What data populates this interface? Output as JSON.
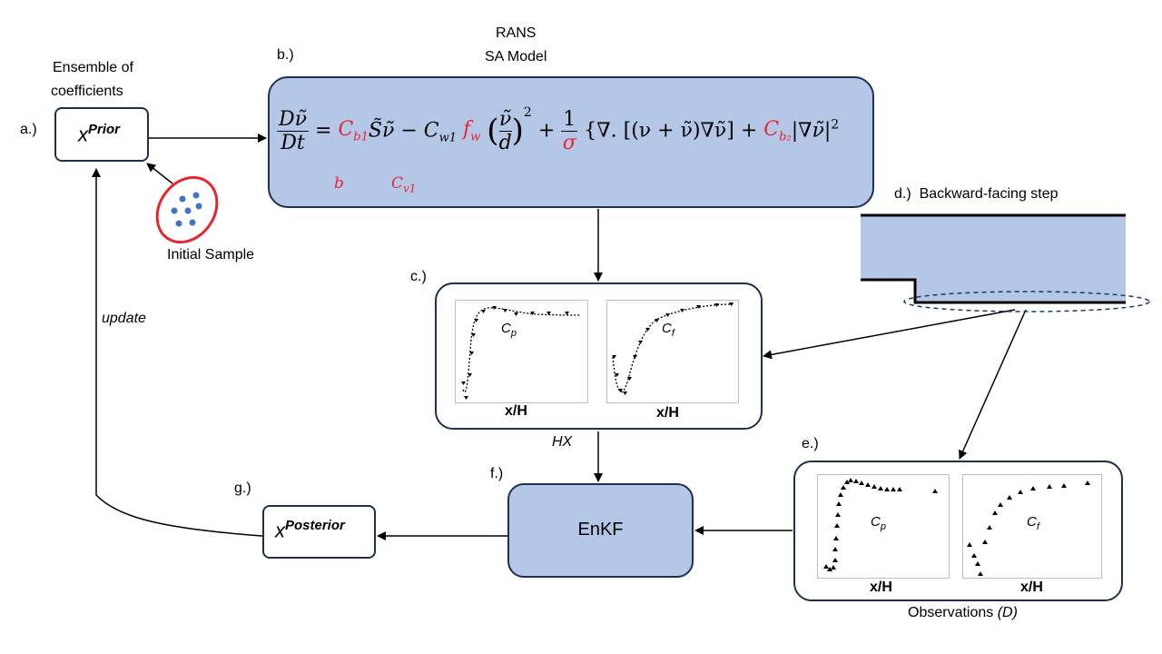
{
  "labels": {
    "a": "a.)",
    "b": "b.)",
    "c": "c.)",
    "d": "d.)",
    "e": "e.)",
    "f": "f.)",
    "g": "g.)"
  },
  "ensemble_title_line1": "Ensemble of",
  "ensemble_title_line2": "coefficients",
  "prior": {
    "base": "x",
    "sup": "Prior"
  },
  "posterior": {
    "base": "x",
    "sup": "Posterior"
  },
  "initial_sample": "Initial Sample",
  "update": "update",
  "rans_title_line1": "RANS",
  "rans_title_line2": "SA Model",
  "equation": {
    "lhs_num": "Dν̃",
    "lhs_den": "Dt",
    "cb1": "C",
    "cb1_sub": "b1",
    "term1": "S̃ν̃ − C",
    "cw1_sub": "w1",
    "fw": "f",
    "fw_sub": "w",
    "frac_num": "ν̃",
    "frac_den": "d",
    "sq": "2",
    "one": "1",
    "sigma": "σ",
    "diffusion": "{∇. [(ν + ν̃)∇ν̃] +",
    "cb2": "C",
    "cb2_sub": "b₂",
    "tail": "|∇ν̃|",
    "tail_sq": "2"
  },
  "arrow_b": "b",
  "arrow_cv1": {
    "base": "C",
    "sub": "v1"
  },
  "backward_step": "Backward-facing step",
  "hx": "HX",
  "enkf": "EnKF",
  "observations": "Observations ",
  "observations_d": "(D)",
  "plot_labels": {
    "cp": {
      "base": "C",
      "sub": "p"
    },
    "cf": {
      "base": "C",
      "sub": "f"
    },
    "xh": "x/H"
  },
  "colors": {
    "box_border": "#1f2f4f",
    "box_fill": "#b4c7e7",
    "red": "#e8252f",
    "dot": "#4472c4"
  }
}
